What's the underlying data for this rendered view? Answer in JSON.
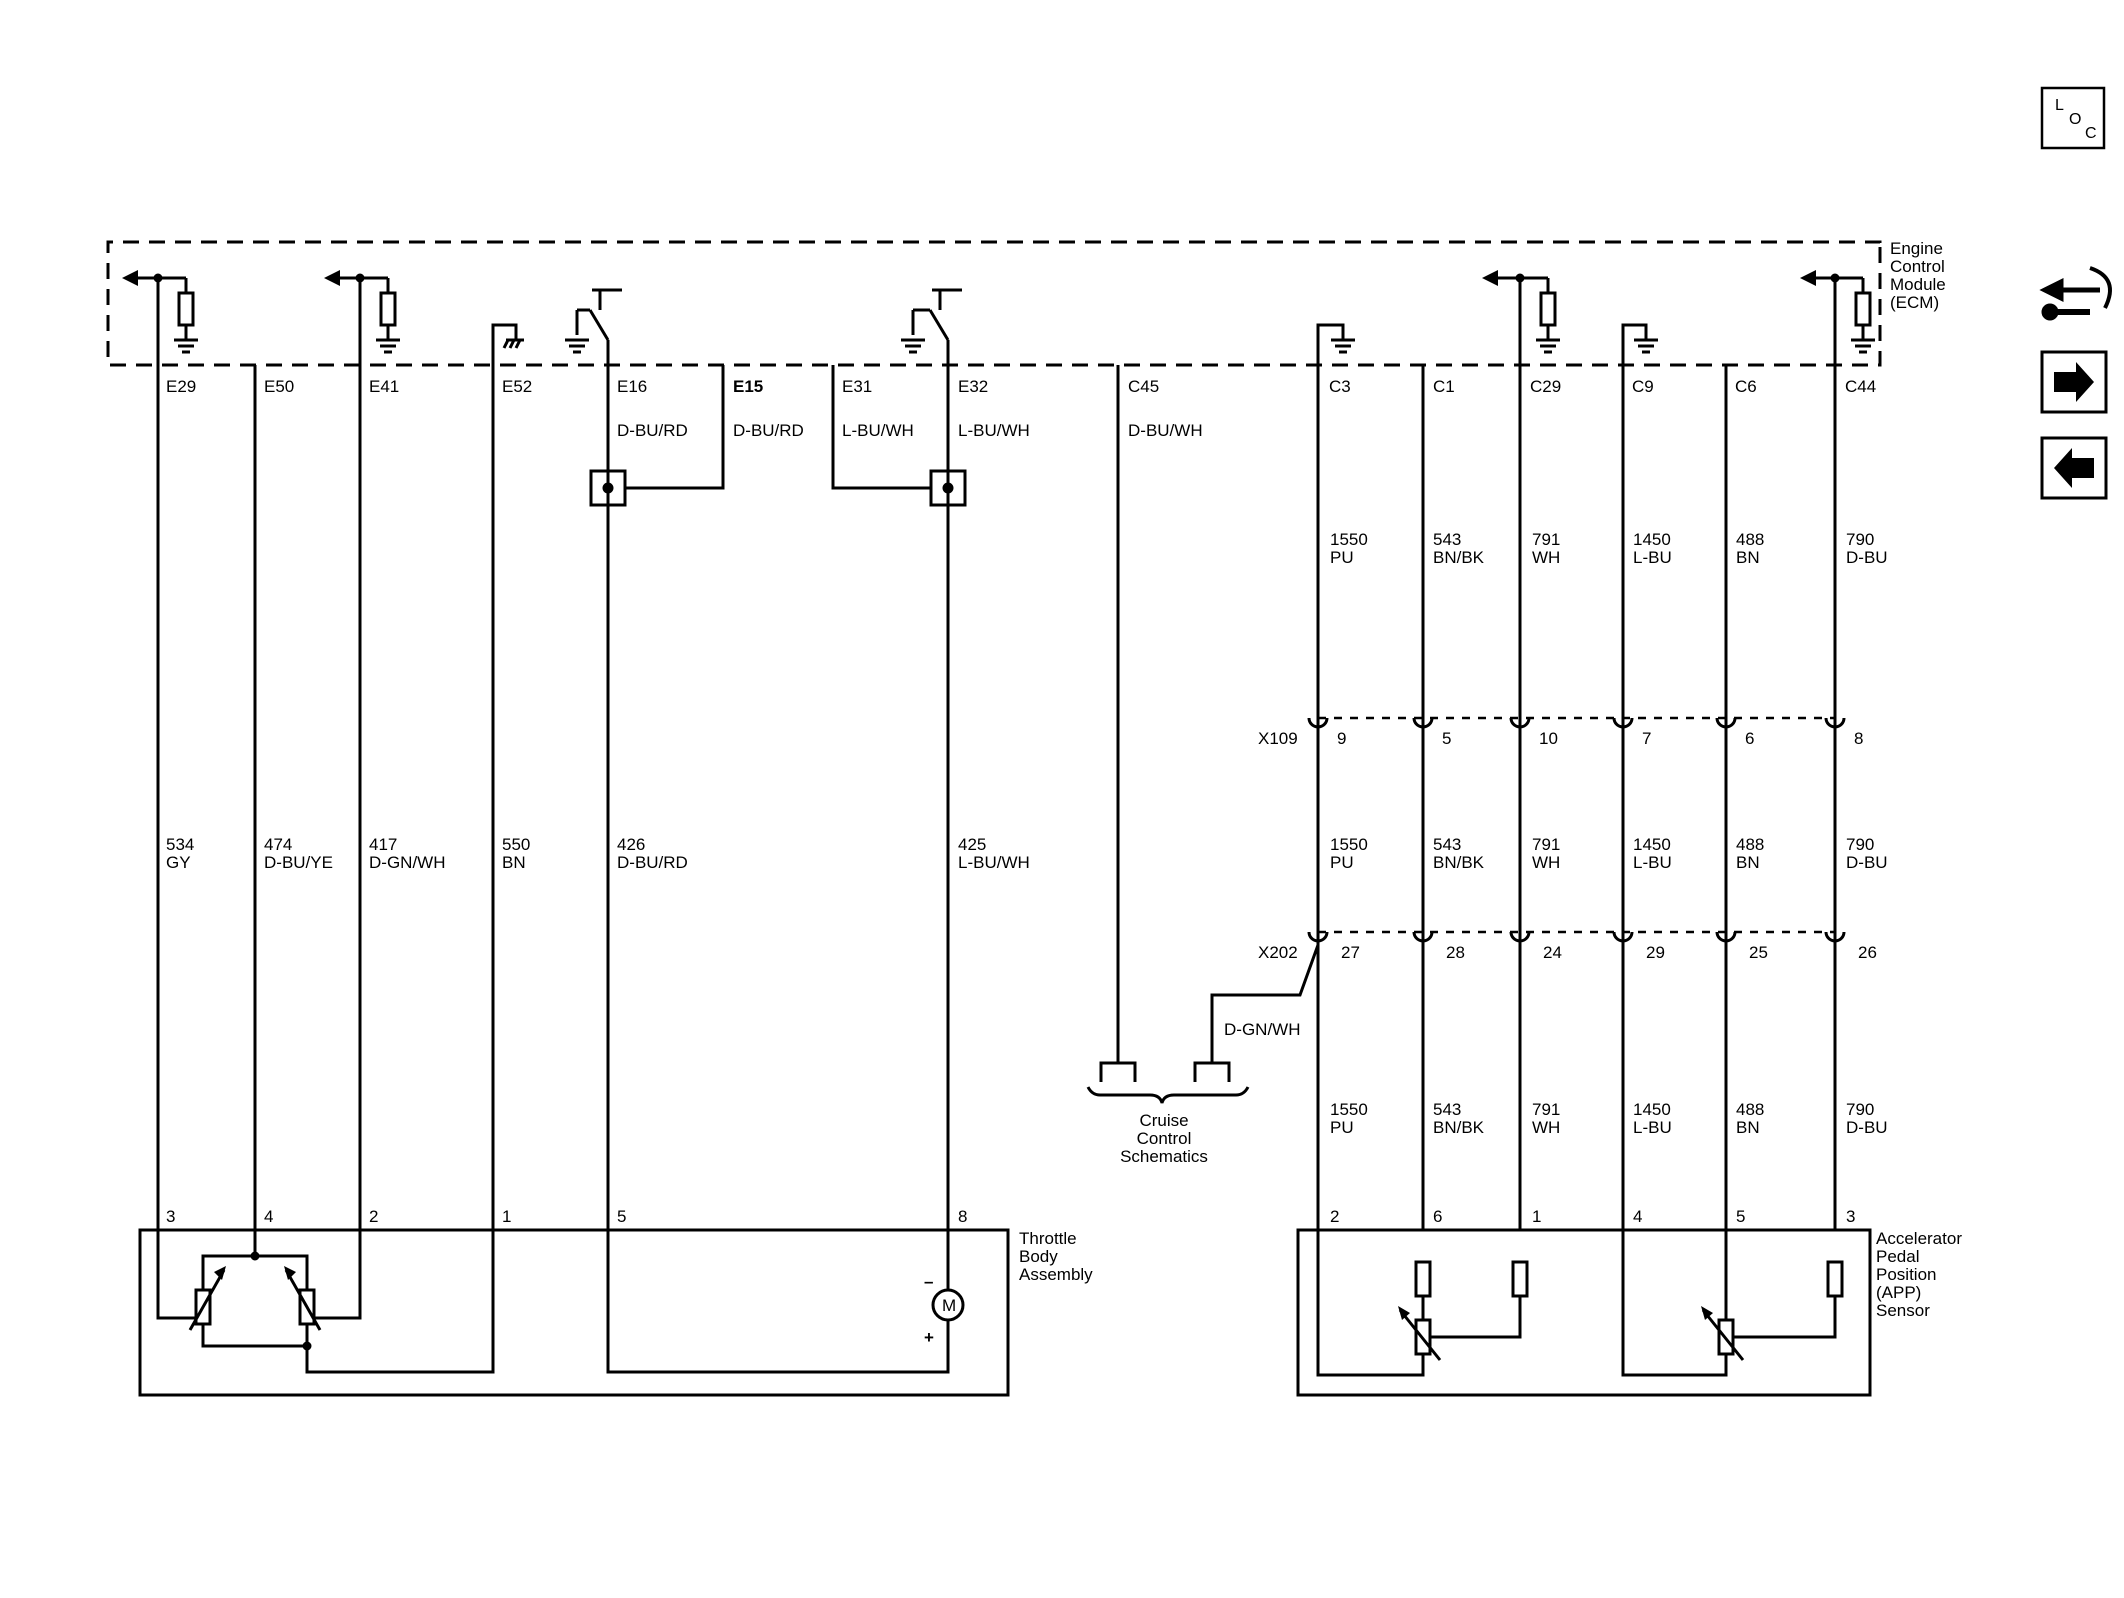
{
  "ecm": {
    "title": [
      "Engine",
      "Control",
      "Module",
      "(ECM)"
    ],
    "pins": [
      "E29",
      "E50",
      "E41",
      "E52",
      "E16",
      "E15",
      "E31",
      "E32",
      "C45",
      "C3",
      "C1",
      "C29",
      "C9",
      "C6",
      "C44"
    ]
  },
  "tb_wires": [
    {
      "circuit": "534",
      "color": "GY"
    },
    {
      "circuit": "474",
      "color": "D-BU/YE"
    },
    {
      "circuit": "417",
      "color": "D-GN/WH"
    },
    {
      "circuit": "550",
      "color": "BN"
    },
    {
      "circuit": "426",
      "color": "D-BU/RD"
    },
    {
      "circuit": "425",
      "color": "L-BU/WH"
    }
  ],
  "tb_pins": [
    "3",
    "4",
    "2",
    "1",
    "5",
    "8"
  ],
  "splice_colors": [
    "D-BU/RD",
    "D-BU/RD",
    "L-BU/WH",
    "L-BU/WH"
  ],
  "c45_color": "D-BU/WH",
  "app_wires": [
    {
      "circuit": "1550",
      "color": "PU"
    },
    {
      "circuit": "543",
      "color": "BN/BK"
    },
    {
      "circuit": "791",
      "color": "WH"
    },
    {
      "circuit": "1450",
      "color": "L-BU"
    },
    {
      "circuit": "488",
      "color": "BN"
    },
    {
      "circuit": "790",
      "color": "D-BU"
    }
  ],
  "x109": {
    "name": "X109",
    "pins": [
      "9",
      "5",
      "10",
      "7",
      "6",
      "8"
    ]
  },
  "x202": {
    "name": "X202",
    "pins": [
      "27",
      "28",
      "24",
      "29",
      "25",
      "26"
    ]
  },
  "cruise_wire_color": "D-GN/WH",
  "cruise_label": [
    "Cruise",
    "Control",
    "Schematics"
  ],
  "app_pins": [
    "2",
    "6",
    "1",
    "4",
    "5",
    "3"
  ],
  "throttle_label": [
    "Throttle",
    "Body",
    "Assembly"
  ],
  "app_label": [
    "Accelerator",
    "Pedal",
    "Position",
    "(APP)",
    "Sensor"
  ],
  "motor": {
    "symbol": "M",
    "neg": "–",
    "pos": "+"
  },
  "loc_icon": {
    "l": "L",
    "o": "O",
    "c": "C"
  },
  "nav": [
    "diagnostic-icon",
    "next-arrow-icon",
    "previous-arrow-icon"
  ]
}
